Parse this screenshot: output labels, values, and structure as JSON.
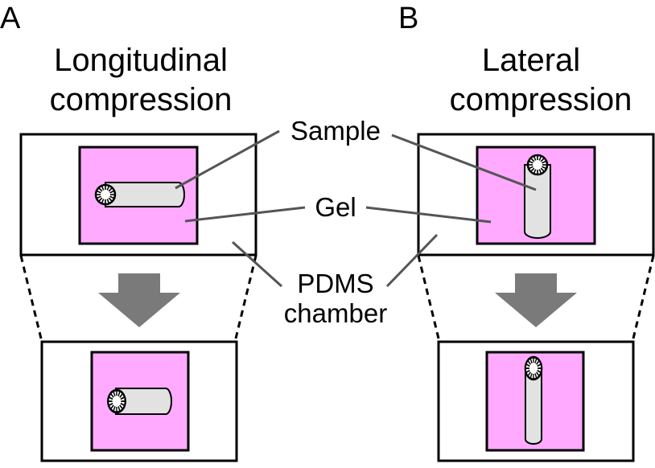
{
  "panels": [
    {
      "letter": "A",
      "title_line1": "Longitudinal",
      "title_line2": "compression"
    },
    {
      "letter": "B",
      "title_line1": "Lateral",
      "title_line2": "compression"
    }
  ],
  "labels": {
    "sample": "Sample",
    "gel": "Gel",
    "chamber_line1": "PDMS",
    "chamber_line2": "chamber"
  },
  "colors": {
    "gel_fill": "#ffaaff",
    "sample_fill": "#e2e2e2",
    "arrow_fill": "#7a7a7a",
    "outline": "#000000",
    "leader_line": "#555555"
  }
}
